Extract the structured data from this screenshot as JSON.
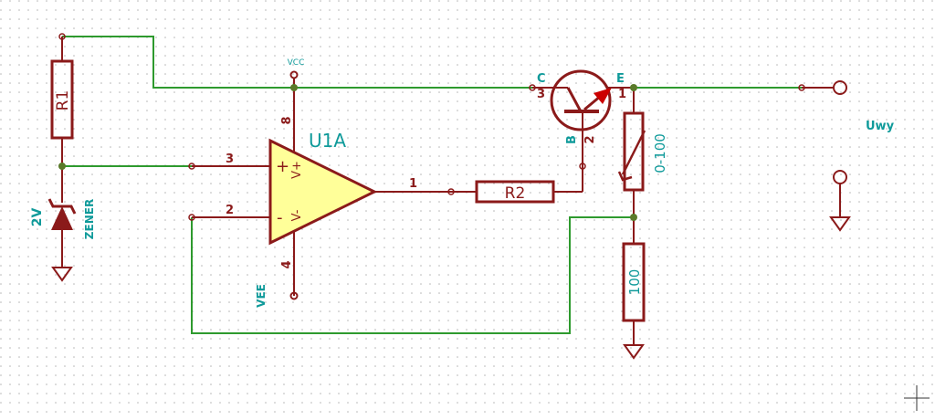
{
  "colors": {
    "wire": "#2e9a2e",
    "component": "#8b1a1a",
    "label": "#0f9a9a",
    "opamp_fill": "#ffff99",
    "transistor_arrow": "#cc0000",
    "grid_dot": "#b4b4b4"
  },
  "components": {
    "r1": {
      "ref": "R1"
    },
    "zener": {
      "value": "2V",
      "name": "ZENER"
    },
    "opamp": {
      "ref": "U1A",
      "vplus": "V+",
      "vminus": "V-",
      "in_plus": "+",
      "in_minus": "-"
    },
    "r2": {
      "ref": "R2"
    },
    "pot": {
      "value": "0-100"
    },
    "r_low": {
      "value": "100"
    },
    "vcc": {
      "label": "VCC"
    },
    "vee": {
      "label": "VEE"
    },
    "output": {
      "label": "Uwy"
    },
    "transistor": {
      "c": "C",
      "b": "B",
      "e": "E",
      "pin_c": "3",
      "pin_b": "2",
      "pin_e": "1"
    }
  },
  "pins": {
    "opamp_in_plus": "3",
    "opamp_in_minus": "2",
    "opamp_out": "1",
    "opamp_vcc": "8",
    "opamp_vee": "4"
  }
}
